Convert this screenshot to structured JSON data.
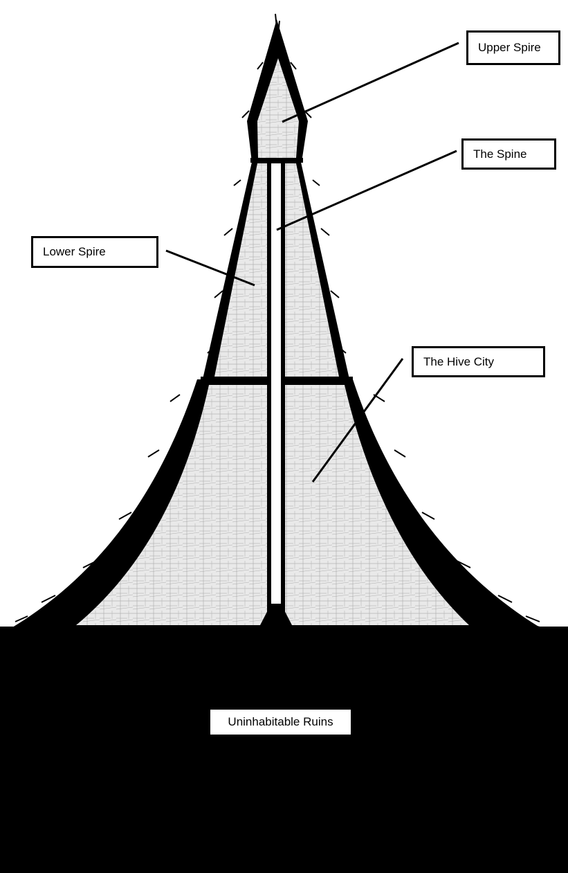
{
  "labels": {
    "upper_spire": "Upper Spire",
    "the_spine": "The Spine",
    "lower_spire": "Lower Spire",
    "hive_city": "The Hive City",
    "ruins": "Uninhabitable Ruins"
  },
  "colors": {
    "outline": "#000000",
    "fill": "#e6e6e6",
    "hatch": "#8c8c8c",
    "background": "#ffffff"
  }
}
